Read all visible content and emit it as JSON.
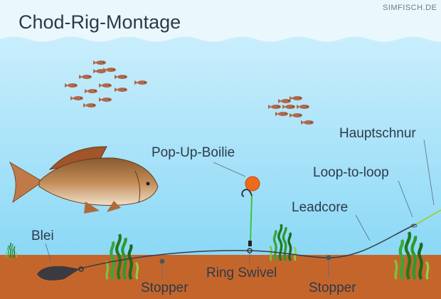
{
  "title": "Chod-Rig-Montage",
  "watermark": "SIMFISCH.DE",
  "labels": {
    "pop_up_boilie": "Pop-Up-Boilie",
    "hauptschnur": "Hauptschnur",
    "loop_to_loop": "Loop-to-loop",
    "leadcore": "Leadcore",
    "blei": "Blei",
    "stopper_left": "Stopper",
    "ring_swivel": "Ring Swivel",
    "stopper_right": "Stopper"
  },
  "colors": {
    "water": "#8ad8f6",
    "ground": "#c4662c",
    "boilie": "#f06a1c",
    "leader": "#3ec43e"
  }
}
